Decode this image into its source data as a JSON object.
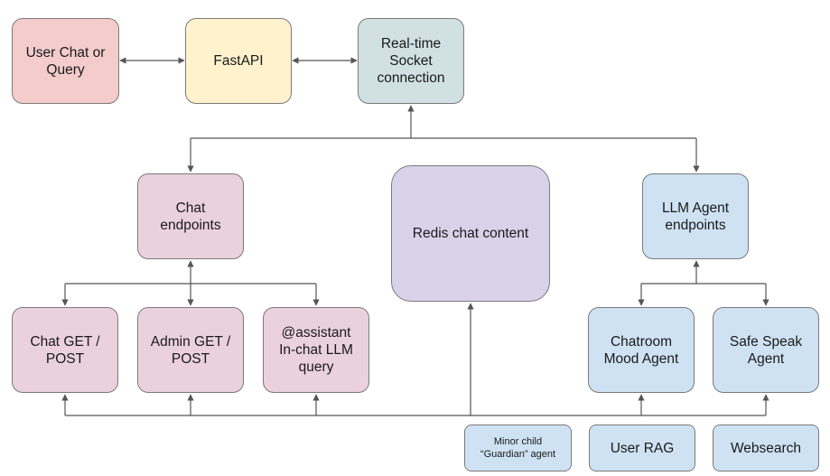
{
  "nodes": {
    "user_chat": "User Chat or\nQuery",
    "fastapi": "FastAPI",
    "socket": "Real-time\nSocket\nconnection",
    "chat_endpoints": "Chat\nendpoints",
    "redis": "Redis chat content",
    "llm_agent_endpoints": "LLM Agent\nendpoints",
    "chat_get_post": "Chat GET /\nPOST",
    "admin_get_post": "Admin GET /\nPOST",
    "assistant_query": "@assistant\nIn-chat LLM\nquery",
    "chatroom_mood": "Chatroom\nMood Agent",
    "safe_speak": "Safe Speak\nAgent",
    "guardian": "Minor child\n“Guardian” agent",
    "user_rag": "User RAG",
    "websearch": "Websearch"
  },
  "colors": {
    "red": "#f4cccc",
    "yellow": "#fff2cc",
    "teal": "#d0e0e3",
    "pink": "#ead1dc",
    "purple": "#d9d2e9",
    "blue": "#cfe2f3"
  }
}
